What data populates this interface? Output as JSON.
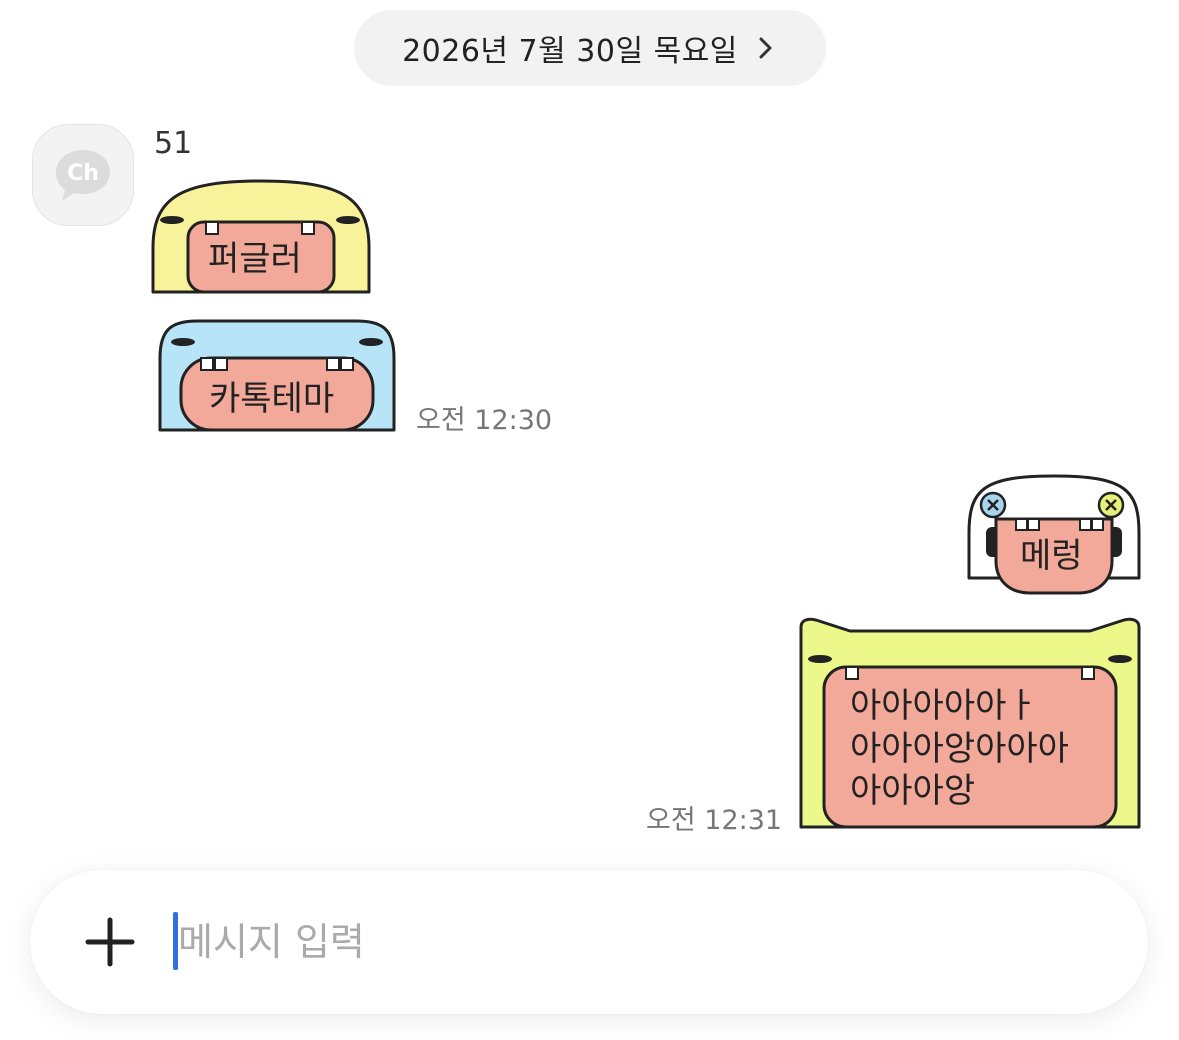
{
  "date_header": {
    "label": "2026년 7월 30일 목요일"
  },
  "incoming": {
    "sender_name": "51",
    "avatar_text": "Ch",
    "stickers": [
      {
        "label": "퍼글러",
        "color": "#f8f29a"
      },
      {
        "label": "카톡테마",
        "color": "#b7e4f7"
      }
    ],
    "time": "오전 12:30"
  },
  "outgoing": {
    "stickers": [
      {
        "label": "메렁",
        "color": "#ffffff"
      },
      {
        "label_lines": [
          "아아아아아ㅏ",
          "아아아앙아아아",
          "아아아앙"
        ],
        "color": "#ecf98a"
      }
    ],
    "time": "오전 12:31"
  },
  "input": {
    "placeholder": "메시지 입력"
  },
  "colors": {
    "mouth": "#f2a99a",
    "outline": "#222222",
    "accent_caret": "#2f6fe0"
  }
}
